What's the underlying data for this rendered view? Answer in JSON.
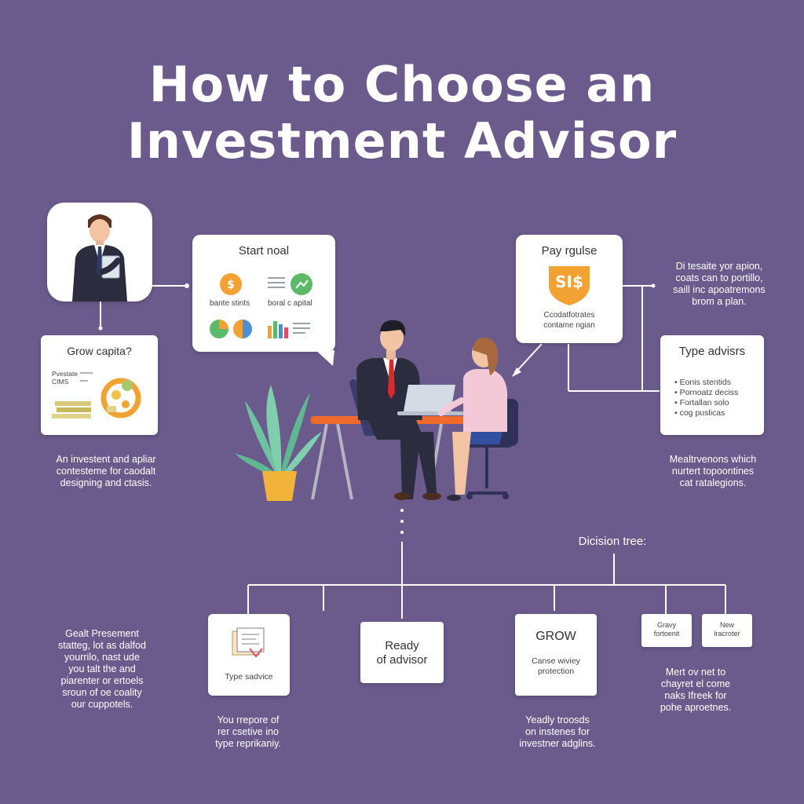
{
  "title": {
    "line1": "How to Choose an",
    "line2": "Investment Advisor"
  },
  "cards": {
    "start_goal": {
      "title": "Start noal",
      "label_left": "bante stints",
      "label_right": "boral c apital"
    },
    "grow_capital": {
      "title": "Grow capita?",
      "mini_text": "Pvestate\nCIMS"
    },
    "pay_regulse": {
      "title": "Pay rgulse",
      "badge": "SI$",
      "caption": "Ccodatfotrates\ncontame ngian"
    },
    "type_advisrs": {
      "title": "Type advisrs",
      "bullets": [
        "Eonis stentids",
        "Pornoatz deciss",
        "Fortallan solo",
        "cog puslicas"
      ]
    },
    "type_advice": {
      "label": "Type sadvice"
    },
    "ready_advisor": {
      "line1": "Ready",
      "line2": "of advisor"
    },
    "grow": {
      "title": "GROW",
      "caption": "Canse wiviey\nprotection"
    },
    "gravy": {
      "label": "Gravy\nfortoenit"
    },
    "new": {
      "label": "New\nlracroter"
    }
  },
  "notes": {
    "top_right": "Di tesaite yor apion,\ncoats can to portillo,\nsaill inc apoatremons\nbrom a plan.",
    "left_mid": "An investent and apliar\ncontesteme for caodalt\ndesigning and ctasis.",
    "right_mid": "Mealtrvenons which\nnurtert topoontines\ncat ratalegions.",
    "decision_tree": "Dicision tree:",
    "bottom_left": "Gealt Presement\nstatteg, lot as dalfod\nyourrilo, nast ude\nyou talt the and\npiarenter or ertoels\nsroun of oe coality\nour cuppotels.",
    "bottom_mid_left": "You rrepore of\nrer csetive ino\ntype reprikaniy.",
    "bottom_mid_right": "Yeadly troosds\non instenes for\ninvestner adglins.",
    "bottom_right": "Mert ov net to\nchayret el come\nnaks Ifreek for\npohe aproetnes."
  },
  "colors": {
    "background": "#6a5b8c",
    "orange": "#f2a233",
    "green": "#5db96a",
    "blue": "#4b8fd8",
    "tie_red": "#d92b2b",
    "desk_orange": "#ef6a2c",
    "suit": "#2b2d3e",
    "chair": "#3a3d6b"
  }
}
